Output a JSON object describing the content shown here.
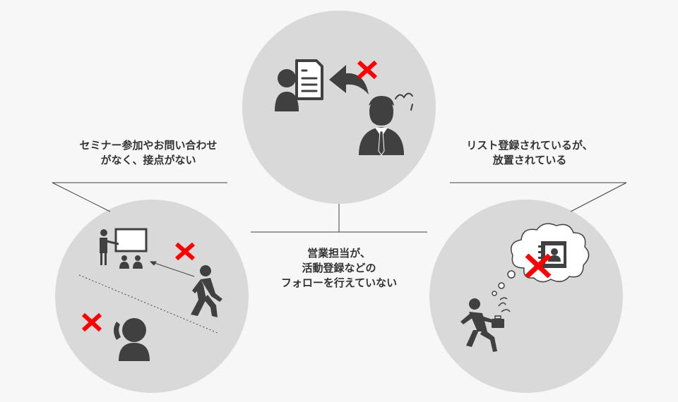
{
  "captions": {
    "left": {
      "line1": "セミナー参加やお問い合わせ",
      "line2": "がなく、接点がない"
    },
    "right": {
      "line1": "リスト登録されているが、",
      "line2": "放置されている"
    },
    "center": {
      "line1": "営業担当が、",
      "line2": "活動登録などの",
      "line3": "フォローを行えていない"
    }
  },
  "colors": {
    "background": "#f7f7f7",
    "circle_fill": "#d9d9d9",
    "icon_fill": "#404040",
    "cross_red": "#ff0000",
    "line": "#404040",
    "cloud_fill": "#ffffff"
  },
  "icons": [
    "document-icon",
    "person-icon",
    "return-arrow-icon",
    "businessman-icon",
    "irritation-mark-icon",
    "presenter-icon",
    "whiteboard-icon",
    "audience-icon",
    "walking-person-icon",
    "phone-person-icon",
    "thought-cloud-icon",
    "contact-book-icon",
    "running-businessman-icon",
    "sweat-drops-icon",
    "cross-mark-icon"
  ]
}
